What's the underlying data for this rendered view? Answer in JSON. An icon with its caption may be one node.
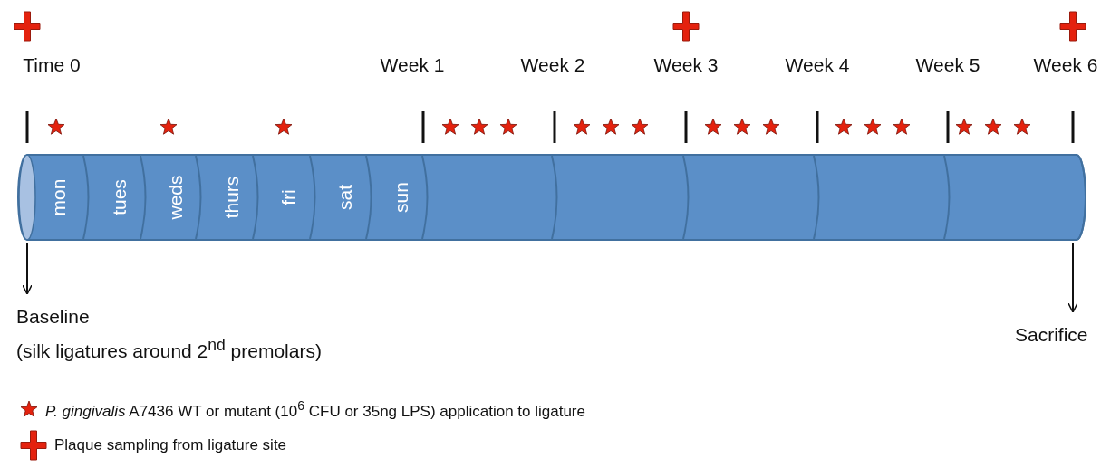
{
  "diagram": {
    "nodes": [
      {
        "text": [],
        "shape": "cylinder"
      },
      {
        "text": [
          "mon"
        ],
        "in": 0
      },
      {
        "text": [
          "tues"
        ],
        "in": 0
      },
      {
        "text": [
          "weds"
        ],
        "in": 0
      },
      {
        "text": [
          "thurs"
        ],
        "in": 0
      },
      {
        "text": [
          "fri"
        ],
        "in": 0
      },
      {
        "text": [
          "sat"
        ],
        "in": 0
      },
      {
        "text": [
          "sun"
        ],
        "in": 0
      },
      {
        "text": [],
        "shape": "box",
        "in": 0
      },
      {
        "text": [],
        "shape": "box",
        "in": 0
      },
      {
        "text": [],
        "shape": "box",
        "in": 0
      },
      {
        "text": [],
        "shape": "box",
        "in": 0
      },
      {
        "text": [],
        "shape": "box",
        "in": 0
      },
      {
        "text": [
          "Baseline",
          "(silk ligatures around 2$^{nd}$ premolars)"
        ]
      },
      {
        "text": [
          "Sacrifice"
        ]
      }
    ],
    "edges": [
      {
        "from": 0,
        "to": 13,
        "arrow": "to"
      },
      {
        "from": 0,
        "to": 14,
        "arrow": "to"
      }
    ],
    "labels": [
      "Time 0",
      "Week 1",
      "Week 2",
      "Week 3",
      "Week 4",
      "Week 5",
      "Week 6"
    ],
    "legend": [
      {
        "text": "*P. gingivalis* A7436 WT or mutant (10$^{6}$ CFU or 35ng LPS) application to ligature"
      },
      {
        "text": "Plaque sampling from ligature site"
      }
    ]
  }
}
